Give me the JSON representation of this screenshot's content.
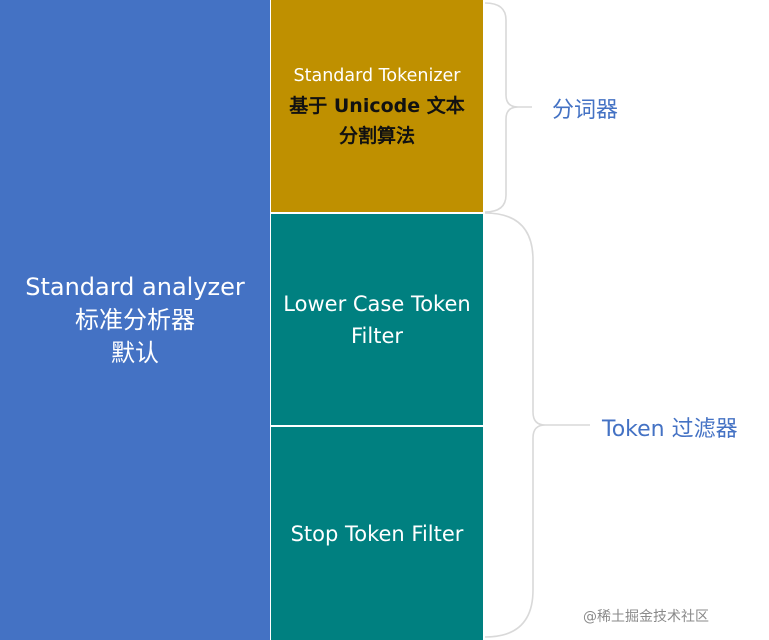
{
  "analyzer": {
    "line1": "Standard analyzer",
    "line2": "标准分析器",
    "line3": "默认"
  },
  "tokenizer": {
    "line1": "Standard Tokenizer",
    "line2": "基于 Unicode 文本",
    "line3": "分割算法"
  },
  "lowercase_filter": {
    "line1": "Lower Case Token",
    "line2": "Filter"
  },
  "stop_filter": {
    "line1": "Stop Token Filter"
  },
  "labels": {
    "tokenizer": "分词器",
    "token_filters": "Token 过滤器"
  },
  "watermark": "@稀土掘金技术社区",
  "colors": {
    "analyzer": "#4472c4",
    "tokenizer": "#bf9000",
    "filter": "#008080",
    "label_text": "#4472c4",
    "brace": "#d9d9d9"
  }
}
